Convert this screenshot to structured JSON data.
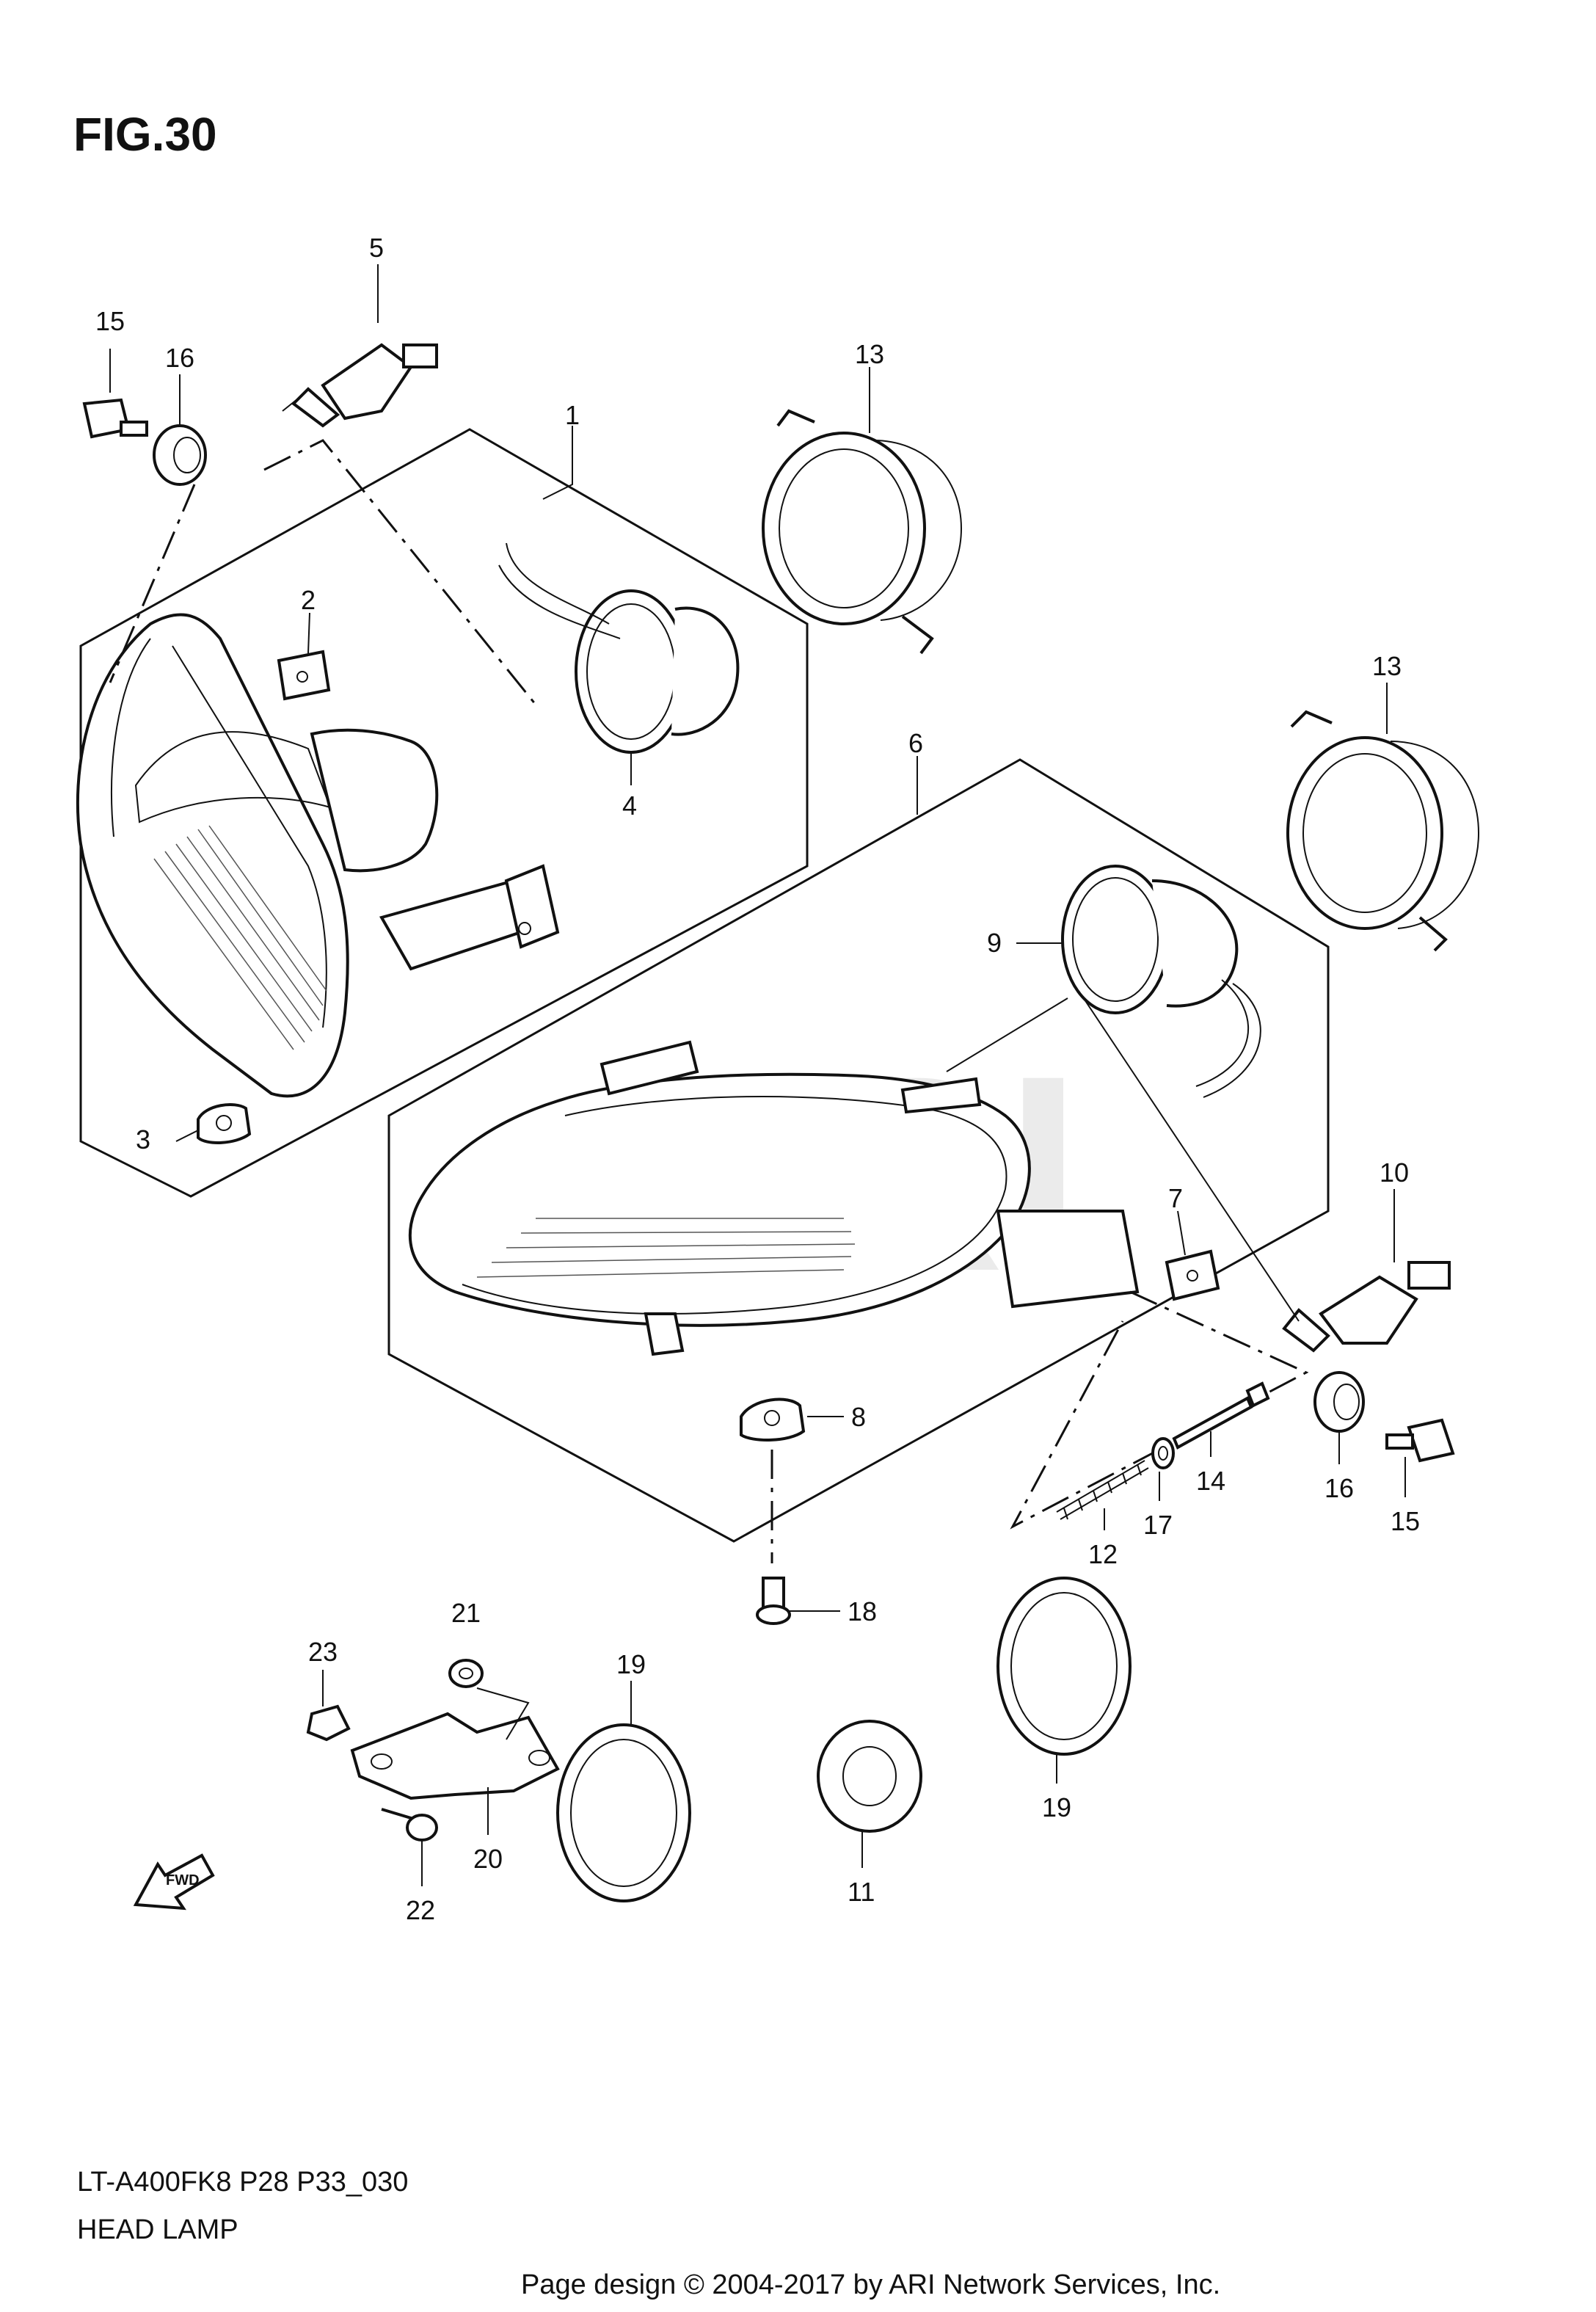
{
  "figure": {
    "title": "FIG.30",
    "model_code": "LT-A400FK8 P28 P33_030",
    "section_name": "HEAD LAMP",
    "copyright": "Page design © 2004-2017 by ARI Network Services, Inc.",
    "watermark": "ARI",
    "direction_marker": "FWD"
  },
  "callouts": {
    "c1": "1",
    "c2": "2",
    "c3": "3",
    "c4": "4",
    "c5": "5",
    "c6": "6",
    "c7": "7",
    "c8": "8",
    "c9": "9",
    "c10": "10",
    "c11": "11",
    "c12": "12",
    "c13a": "13",
    "c13b": "13",
    "c14": "14",
    "c15a": "15",
    "c15b": "15",
    "c16a": "16",
    "c16b": "16",
    "c17": "17",
    "c18": "18",
    "c19a": "19",
    "c19b": "19",
    "c20": "20",
    "c21": "21",
    "c22": "22",
    "c23": "23"
  }
}
